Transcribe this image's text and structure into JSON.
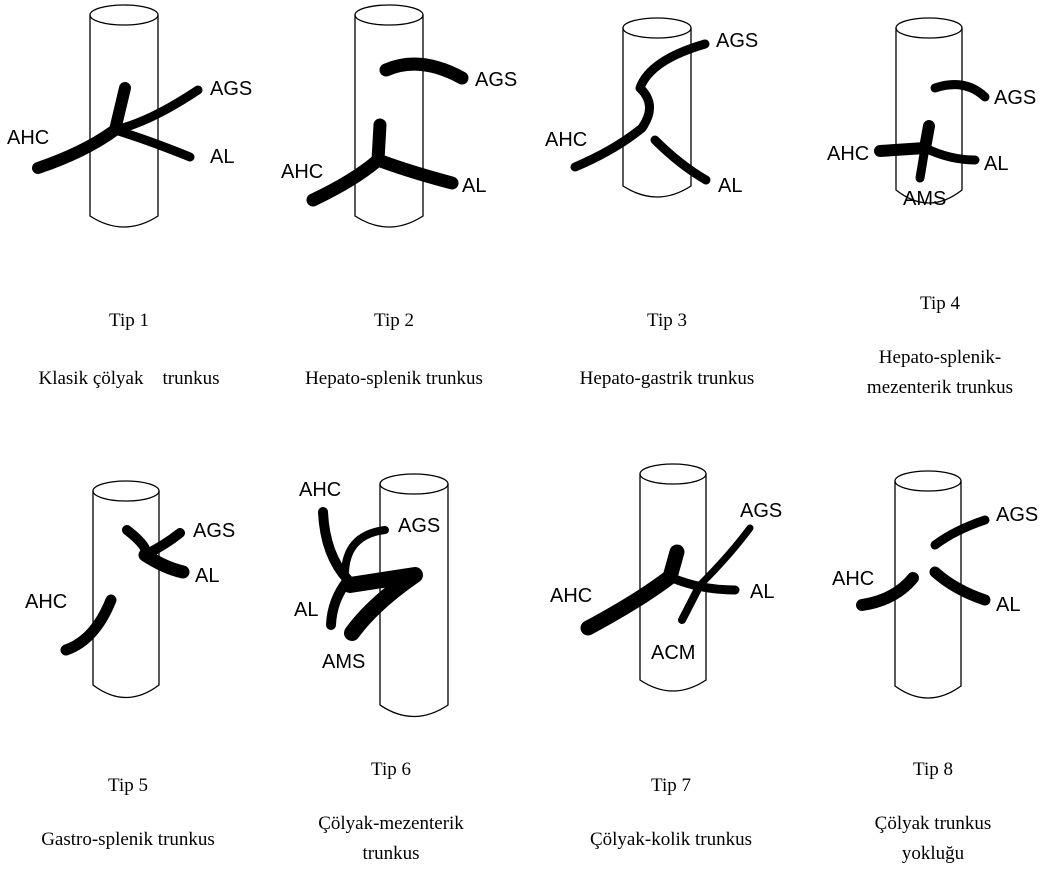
{
  "panels": [
    {
      "tip": "Tip 1",
      "caption": [
        "Klasik çölyak    trunkus"
      ],
      "labels": {
        "ahc": "AHC",
        "ags": "AGS",
        "al": "AL"
      }
    },
    {
      "tip": "Tip 2",
      "caption": [
        "Hepato-splenik trunkus"
      ],
      "labels": {
        "ahc": "AHC",
        "ags": "AGS",
        "al": "AL"
      }
    },
    {
      "tip": "Tip 3",
      "caption": [
        "Hepato-gastrik trunkus"
      ],
      "labels": {
        "ahc": "AHC",
        "ags": "AGS",
        "al": "AL"
      }
    },
    {
      "tip": "Tip 4",
      "caption": [
        "Hepato-splenik-",
        "mezenterik trunkus"
      ],
      "labels": {
        "ahc": "AHC",
        "ags": "AGS",
        "al": "AL",
        "ams": "AMS"
      }
    },
    {
      "tip": "Tip 5",
      "caption": [
        "Gastro-splenik trunkus"
      ],
      "labels": {
        "ahc": "AHC",
        "ags": "AGS",
        "al": "AL"
      }
    },
    {
      "tip": "Tip 6",
      "caption": [
        "Çölyak-mezenterik",
        "trunkus"
      ],
      "labels": {
        "ahc": "AHC",
        "ags": "AGS",
        "al": "AL",
        "ams": "AMS"
      }
    },
    {
      "tip": "Tip 7",
      "caption": [
        "Çölyak-kolik trunkus"
      ],
      "labels": {
        "ahc": "AHC",
        "ags": "AGS",
        "al": "AL",
        "acm": "ACM"
      }
    },
    {
      "tip": "Tip 8",
      "caption": [
        "Çölyak trunkus",
        "yokluğu"
      ],
      "labels": {
        "ahc": "AHC",
        "ags": "AGS",
        "al": "AL"
      }
    }
  ]
}
